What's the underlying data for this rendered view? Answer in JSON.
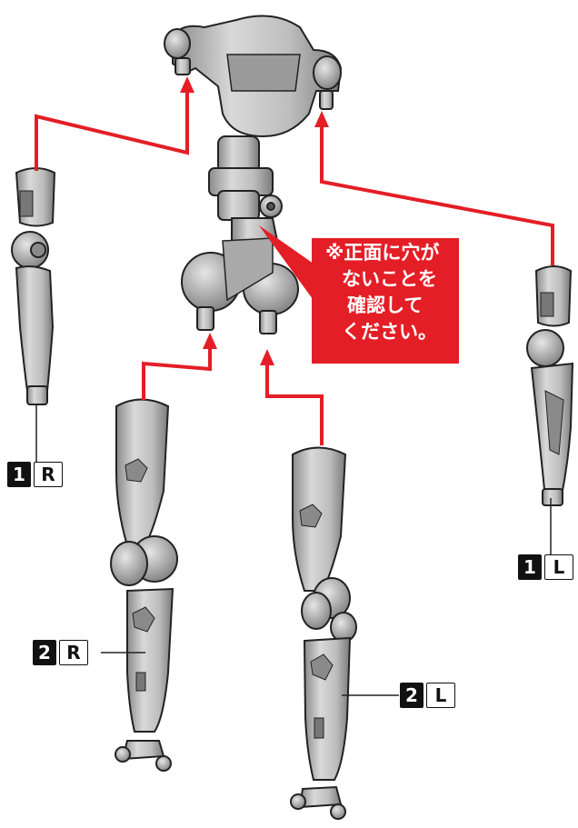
{
  "callout": {
    "lines": [
      "※正面に穴が",
      "ないことを",
      "確認して",
      "ください。"
    ],
    "color": "#e41e26"
  },
  "labels": {
    "part_1r": {
      "num": "1",
      "side": "R"
    },
    "part_1l": {
      "num": "1",
      "side": "L"
    },
    "part_2r": {
      "num": "2",
      "side": "R"
    },
    "part_2l": {
      "num": "2",
      "side": "L"
    }
  },
  "colors": {
    "arrow": "#e41e26",
    "part": "#b8b8b8",
    "outline": "#222222"
  }
}
